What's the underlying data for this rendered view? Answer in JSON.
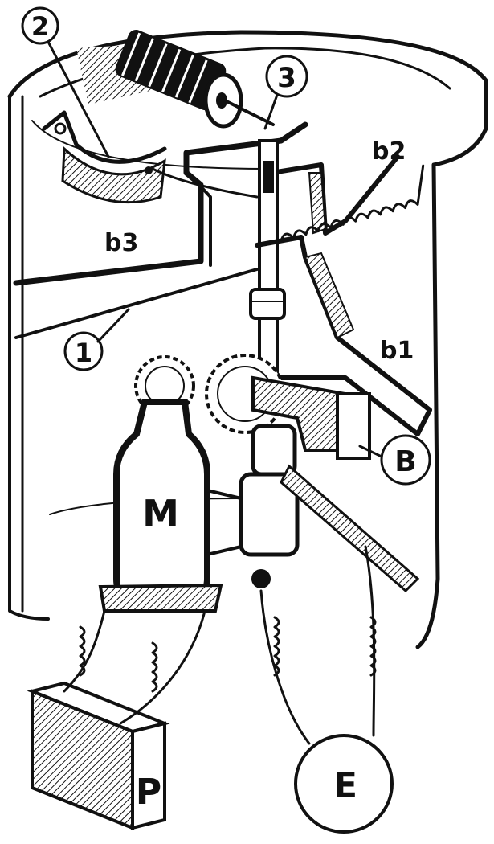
{
  "labels": {
    "callout_1": "1",
    "callout_2": "2",
    "callout_3": "3",
    "b1": "b1",
    "b2": "b2",
    "b3": "b3",
    "B": "B",
    "M": "M",
    "P": "P",
    "E": "E"
  },
  "colors": {
    "ink": "#111111",
    "paper": "#ffffff"
  }
}
